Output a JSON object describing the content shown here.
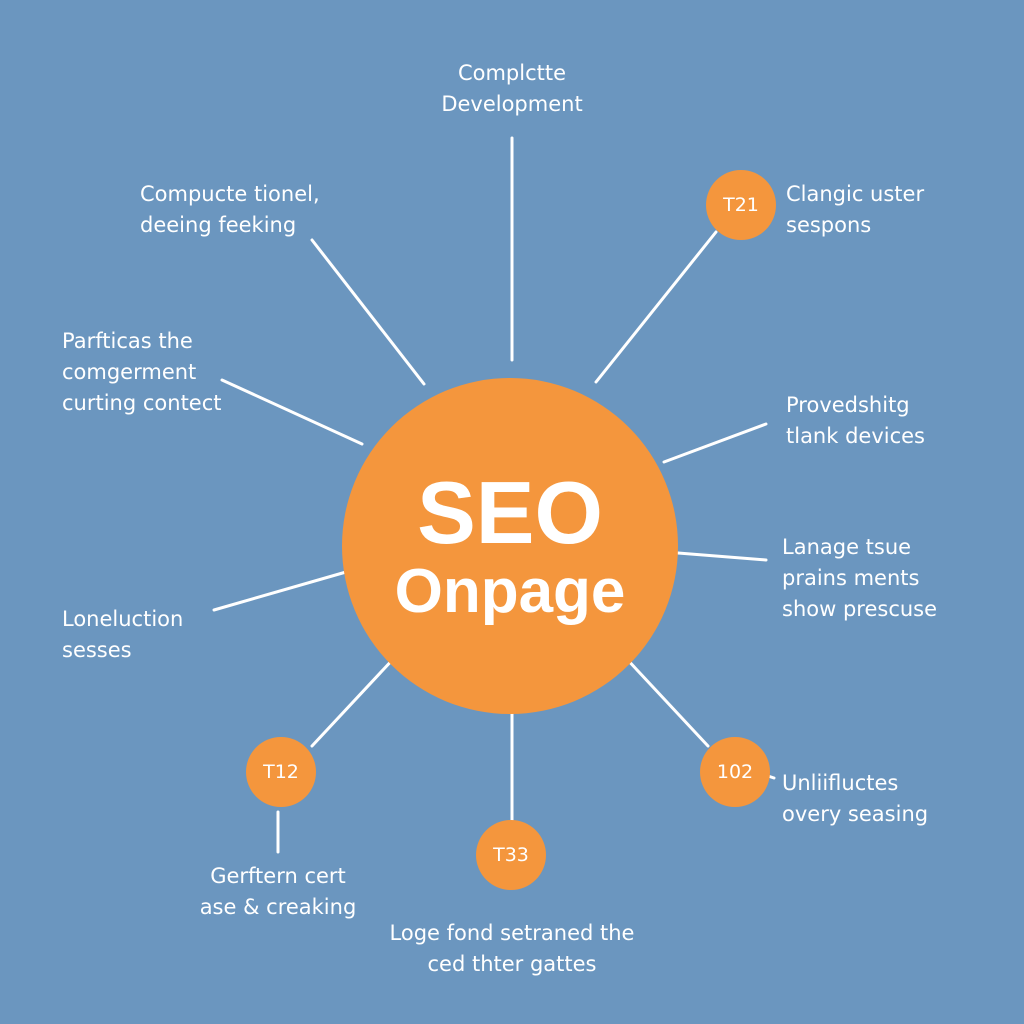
{
  "hub": {
    "title": "SEO",
    "subtitle": "Onpage"
  },
  "colors": {
    "background": "#6b96bf",
    "accent": "#f4963d",
    "text": "#ffffff",
    "line": "#ffffff"
  },
  "nodes": {
    "t21": "T21",
    "t12": "T12",
    "t33": "T33",
    "n102": "102"
  },
  "labels": {
    "top": [
      "Complctte",
      "Development"
    ],
    "top_left": [
      "Compucte tionel,",
      "deeing feeking"
    ],
    "left_upper": [
      "Parfticas the",
      "comgerment",
      "curting contect"
    ],
    "left_lower": [
      "Loneluction",
      "sesses"
    ],
    "bottom_left": [
      "Gerftern cert",
      "ase & creaking"
    ],
    "bottom": [
      "Loge fond setraned the",
      "ced thter gattes"
    ],
    "top_right": [
      "Clangic uster",
      "sespons"
    ],
    "right_upper": [
      "Provedshitg",
      "tlank devices"
    ],
    "right_middle": [
      "Lanage tsue",
      "prains ments",
      "show prescuse"
    ],
    "bottom_right": [
      "Unliifluctes",
      "overy seasing"
    ]
  }
}
